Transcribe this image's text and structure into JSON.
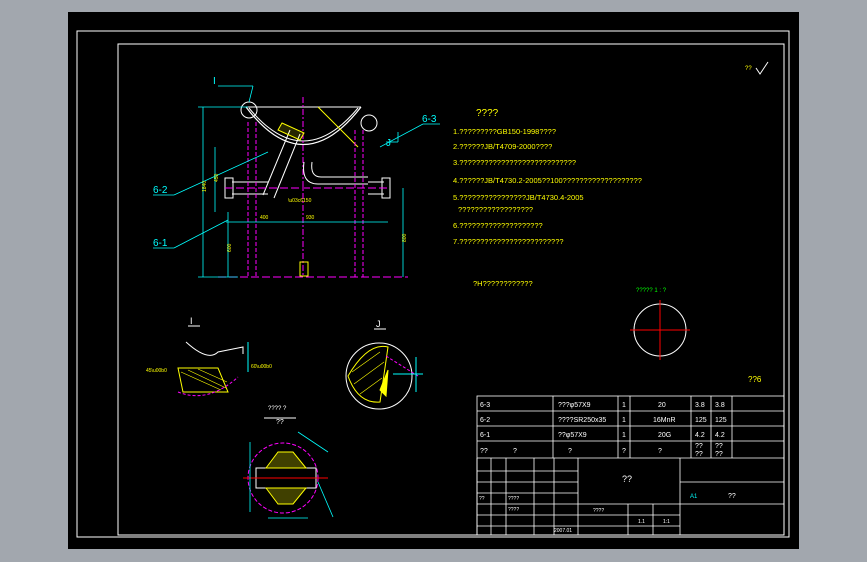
{
  "notes": {
    "title": "????",
    "items": [
      "1.?????????GB150-1998????",
      "2.??????JB/T4709-2000????",
      "3.????????????????????????????",
      "4.??????JB/T4730.2-2005??100???????????????????",
      "5.????????????????JB/T4730.4-2005",
      "??????????????????",
      "6.????????????????????",
      "7.?????????????????????????"
    ]
  },
  "remark": "?H????????????",
  "section_label": "????? 1 : ?",
  "roughness": "??",
  "labels": {
    "view_I": "I",
    "view_J": "J",
    "part_6_1": "6-1",
    "part_6_2": "6-2",
    "part_6_3": "6-3",
    "detail": "??",
    "detail_sub": "???? ?",
    "scale_hint": "??6"
  },
  "parts_table": {
    "rows": [
      {
        "no": "6-3",
        "code": "",
        "name": "???φ57X9",
        "qty": "1",
        "mat": "20",
        "w1": "3.8",
        "w2": "3.8"
      },
      {
        "no": "6-2",
        "code": "",
        "name": "????SR250x35",
        "qty": "1",
        "mat": "16MnR",
        "w1": "125",
        "w2": "125"
      },
      {
        "no": "6-1",
        "code": "",
        "name": "??φ57X9",
        "qty": "1",
        "mat": "20G",
        "w1": "4.2",
        "w2": "4.2"
      }
    ],
    "header": [
      "??",
      "?",
      "?",
      "?",
      "?",
      "??",
      "??",
      "??",
      "??"
    ],
    "header_extra": "????",
    "title_cell": "??",
    "stamp_text": "??",
    "stamp_prefix": "A1",
    "footer": [
      "??",
      "????",
      "1",
      "??",
      "1.1"
    ],
    "scale": "????",
    "sheet": "1:1",
    "date": "2007.01"
  }
}
